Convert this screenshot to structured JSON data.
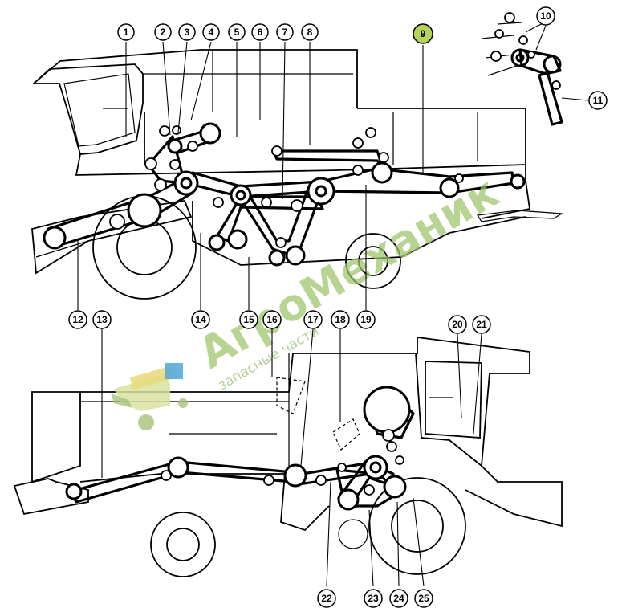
{
  "watermark": {
    "brand": "АгроМеханик",
    "tagline": "запасные части"
  },
  "callouts": {
    "top": [
      "1",
      "2",
      "3",
      "4",
      "5",
      "6",
      "7",
      "8",
      "9",
      "10",
      "11"
    ],
    "middle": [
      "12",
      "13",
      "14",
      "15",
      "16",
      "17",
      "18",
      "19",
      "20",
      "21"
    ],
    "bottom": [
      "22",
      "23",
      "24",
      "25"
    ]
  },
  "colors": {
    "highlight": "#b5d35a",
    "line": "#000000",
    "watermark": "#9cc46a"
  }
}
